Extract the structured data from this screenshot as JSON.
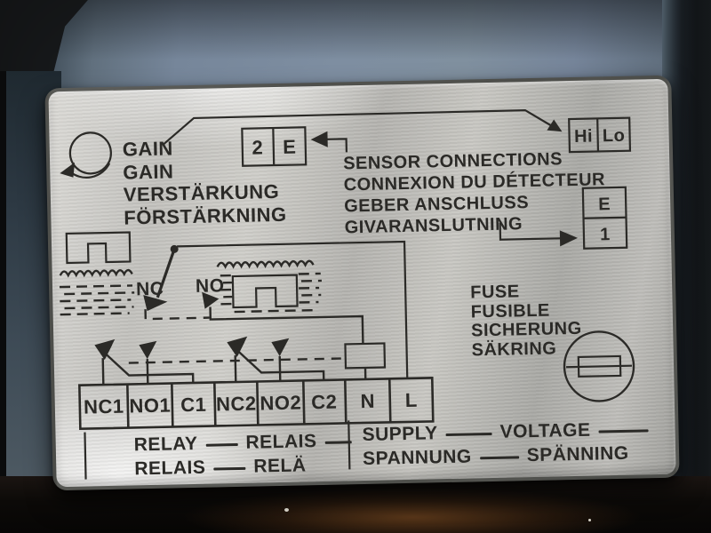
{
  "label": {
    "gain": {
      "lines": [
        "GAIN",
        "GAIN",
        "VERSTÄRKUNG",
        "FÖRSTÄRKNING"
      ]
    },
    "gain_switch": {
      "cells": [
        "2",
        "E"
      ]
    },
    "range_switch": {
      "cells": [
        "Hi",
        "Lo"
      ]
    },
    "sensor": {
      "lines": [
        "SENSOR CONNECTIONS",
        "CONNEXION DU DÉTECTEUR",
        "GEBER ANSCHLUSS",
        "GIVARANSLUTNING"
      ]
    },
    "sensor_switch": {
      "cells": [
        "E",
        "1"
      ]
    },
    "float_switch": {
      "nc_label": "NC",
      "no_label": "NO"
    },
    "fuse": {
      "lines": [
        "FUSE",
        "FUSIBLE",
        "SICHERUNG",
        "SÄKRING"
      ]
    },
    "terminals": [
      "NC1",
      "NO1",
      "C1",
      "NC2",
      "NO2",
      "C2",
      "N",
      "L"
    ],
    "footer": {
      "relay_row1": [
        "RELAY",
        "RELAIS"
      ],
      "relay_row2": [
        "RELAIS",
        "RELÄ"
      ],
      "supply_row1": [
        "SUPPLY",
        "VOLTAGE"
      ],
      "supply_row2": [
        "SPANNUNG",
        "SPÄNNING"
      ]
    }
  },
  "icons": {
    "gain_knob": "rotary-knob-counterclockwise-arrow-icon",
    "dry_probe": "probe-above-liquid-icon",
    "wet_probe": "probe-submerged-in-liquid-icon",
    "fuse": "fuse-in-circle-icon"
  },
  "colors": {
    "ink": "#2b2a27",
    "label_metal": "#c6c5c0",
    "device_body": "#7b8a99",
    "background_dark": "#0b0c0d",
    "speck_yellow": "#d8b257"
  }
}
